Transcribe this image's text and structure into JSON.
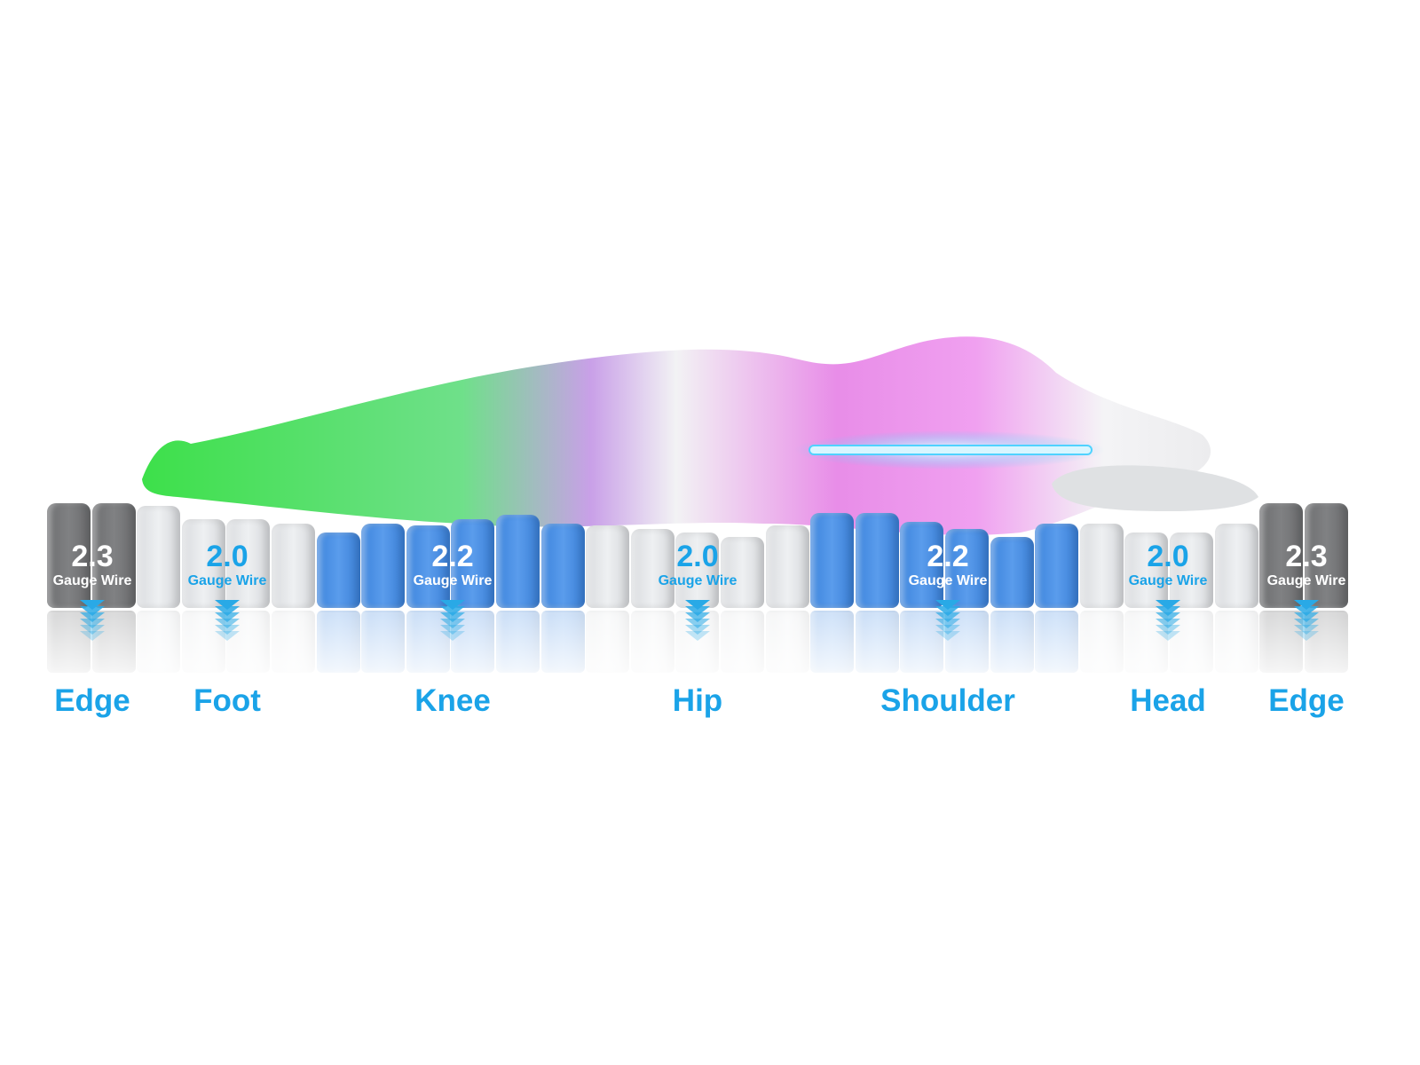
{
  "colors": {
    "accent": "#1aa3e8",
    "edge_coil": "#77787a",
    "soft_coil": "#e6e8ea",
    "firm_coil": "#4a90e2"
  },
  "coil_groups": [
    {
      "type": "edge",
      "count": 2
    },
    {
      "type": "soft",
      "count": 4
    },
    {
      "type": "firm",
      "count": 6
    },
    {
      "type": "soft",
      "count": 5
    },
    {
      "type": "firm",
      "count": 6
    },
    {
      "type": "soft",
      "count": 4
    },
    {
      "type": "edge",
      "count": 2
    }
  ],
  "zones": [
    {
      "name": "Edge",
      "gauge": "2.3",
      "unit": "Gauge Wire",
      "text_color": "#ffffff"
    },
    {
      "name": "Foot",
      "gauge": "2.0",
      "unit": "Gauge Wire",
      "text_color": "#1aa3e8"
    },
    {
      "name": "Knee",
      "gauge": "2.2",
      "unit": "Gauge Wire",
      "text_color": "#ffffff"
    },
    {
      "name": "Hip",
      "gauge": "2.0",
      "unit": "Gauge Wire",
      "text_color": "#1aa3e8"
    },
    {
      "name": "Shoulder",
      "gauge": "2.2",
      "unit": "Gauge Wire",
      "text_color": "#ffffff"
    },
    {
      "name": "Head",
      "gauge": "2.0",
      "unit": "Gauge Wire",
      "text_color": "#1aa3e8"
    },
    {
      "name": "Edge",
      "gauge": "2.3",
      "unit": "Gauge Wire",
      "text_color": "#ffffff"
    }
  ]
}
